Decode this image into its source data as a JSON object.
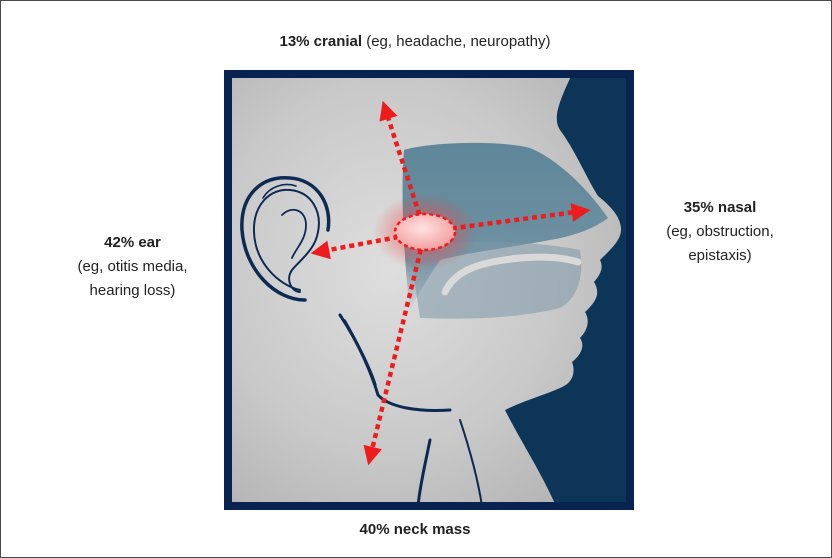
{
  "labels": {
    "cranial": {
      "pct": "13% cranial",
      "detail": " (eg, headache, neuropathy)"
    },
    "neck": {
      "pct": "40% neck mass"
    },
    "ear": {
      "pct": "42% ear",
      "line1": "(eg, otitis media,",
      "line2": "hearing loss)"
    },
    "nasal": {
      "pct": "35% nasal",
      "line1": "(eg, obstruction,",
      "line2": "epistaxis)"
    }
  },
  "colors": {
    "frame": "#0a2250",
    "arrow": "#ee1c1c",
    "nasal_cavity": "#5d8497",
    "dark_bg": "#0d3558",
    "face": "#c8c8c8",
    "tumor": "#f6b8b8"
  }
}
